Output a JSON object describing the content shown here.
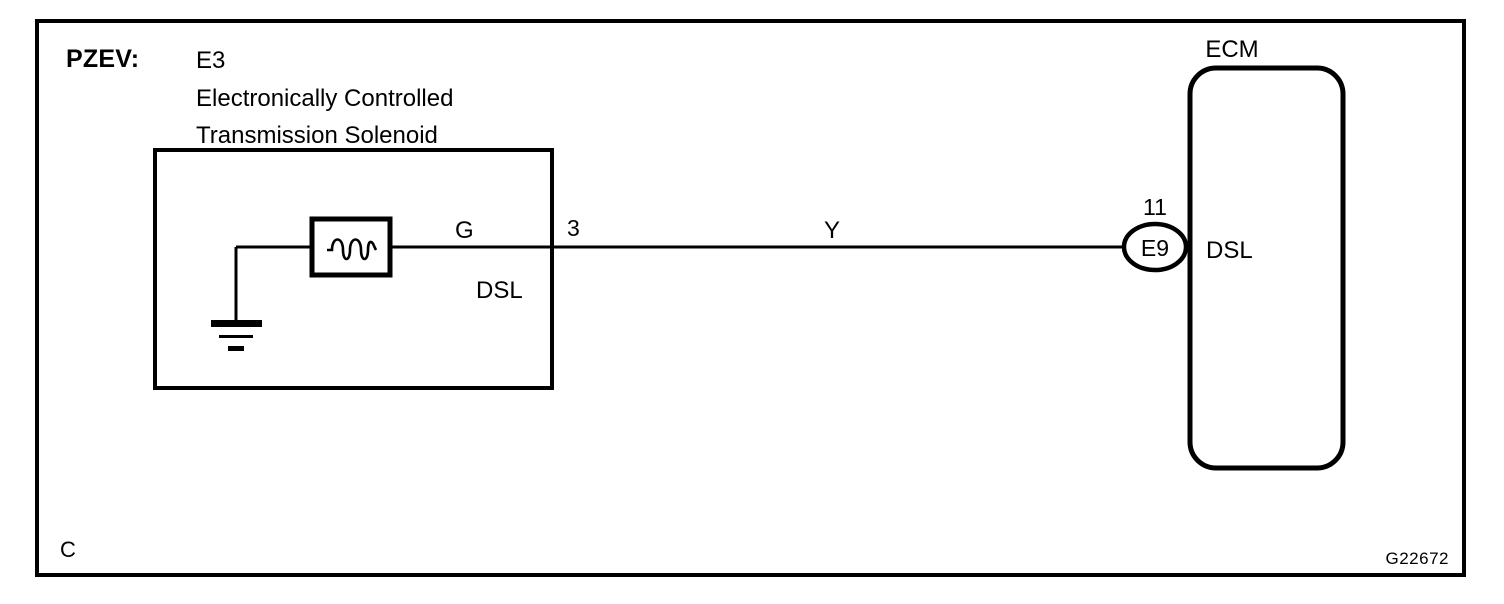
{
  "diagram": {
    "title_prefix": "PZEV:",
    "component_code": "E3",
    "component_name_line1": "Electronically Controlled",
    "component_name_line2": "Transmission Solenoid",
    "corner_label": "C",
    "figure_id": "G22672",
    "ecm_label": "ECM"
  },
  "solenoid": {
    "terminal_wire_color": "G",
    "terminal_pin": "3",
    "terminal_signal": "DSL",
    "symbol": "coil-inductor",
    "ground": "chassis-ground"
  },
  "harness": {
    "wire_color": "Y"
  },
  "ecm": {
    "connector_id": "E9",
    "pin_number": "11",
    "terminal_signal": "DSL"
  },
  "colors": {
    "ink": "#000000",
    "paper": "#ffffff"
  }
}
